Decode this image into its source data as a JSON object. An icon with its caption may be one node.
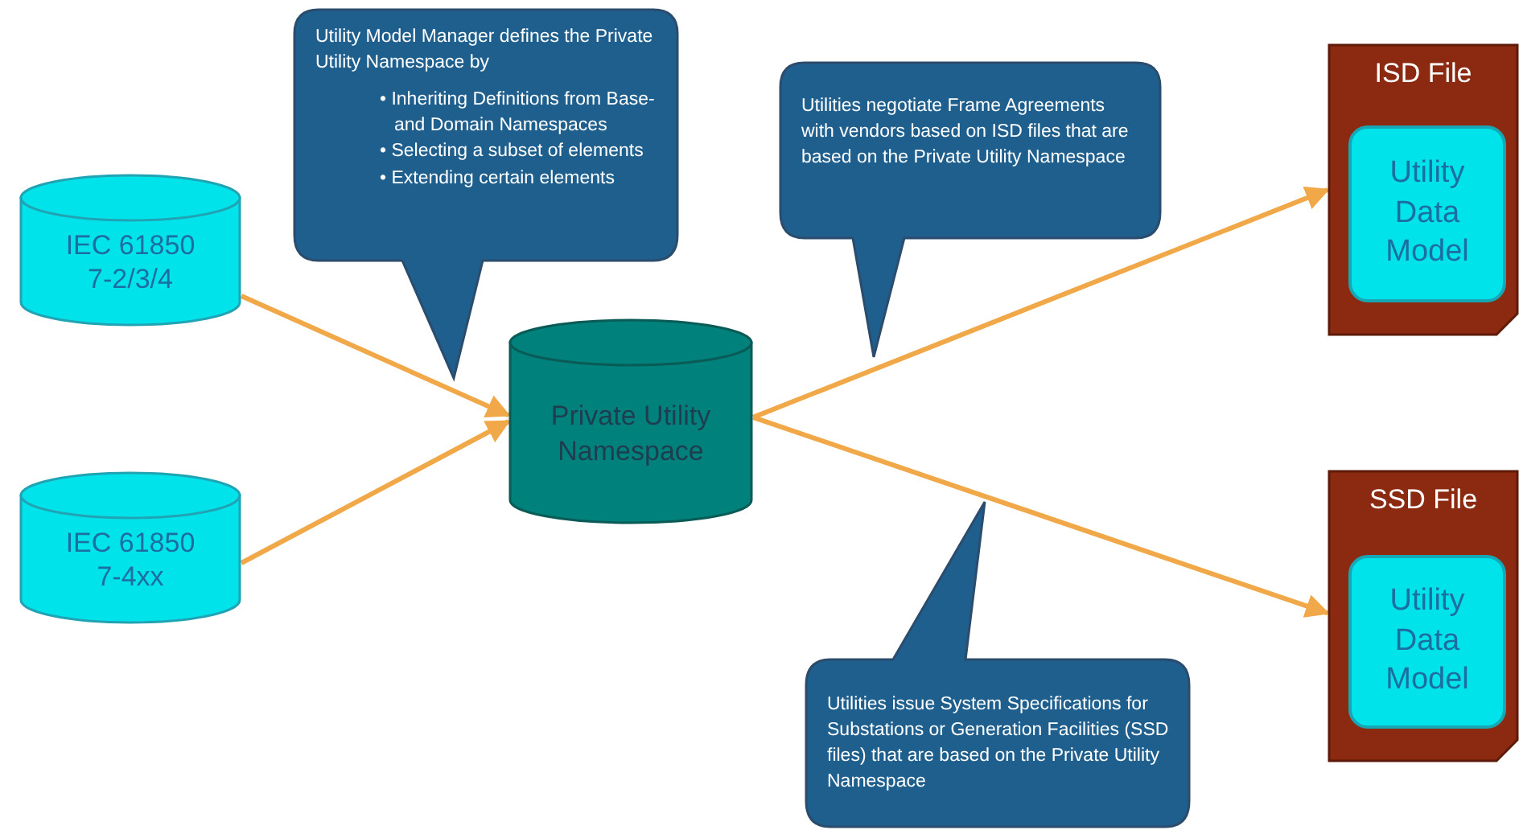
{
  "diagram": {
    "nodes": [
      {
        "text": [
          "IEC 61850 7-2/3/4"
        ]
      },
      {
        "text": [
          "IEC 61850 7-4xx"
        ]
      },
      {
        "text": [
          "Private Utility Namespace"
        ]
      },
      {
        "text": [
          "ISD File"
        ]
      },
      {
        "text": [
          "Utility Data Model"
        ],
        "in": 3
      },
      {
        "text": [
          "SSD File"
        ]
      },
      {
        "text": [
          "Utility Data Model"
        ],
        "in": 5
      },
      {
        "text": [
          "Utility Model Manager defines the Private Utility Namespace by",
          "• Inheriting Definitions from Base- and Domain Namespaces",
          "• Selecting a subset of elements",
          "• Extending certain elements"
        ]
      },
      {
        "text": [
          "Utilities negotiate Frame Agreements with vendors based on ISD files that are based on the Private Utility Namespace"
        ]
      },
      {
        "text": [
          "Utilities issue System Specifications for Substations or Generation Facilities (SSD files) that are based on the Private Utility Namespace"
        ]
      }
    ],
    "edges": [
      {
        "from": 0,
        "to": 2,
        "arrow": "to"
      },
      {
        "from": 1,
        "to": 2,
        "arrow": "to"
      },
      {
        "from": 2,
        "to": 3,
        "arrow": "to"
      },
      {
        "from": 2,
        "to": 5,
        "arrow": "to"
      }
    ]
  }
}
